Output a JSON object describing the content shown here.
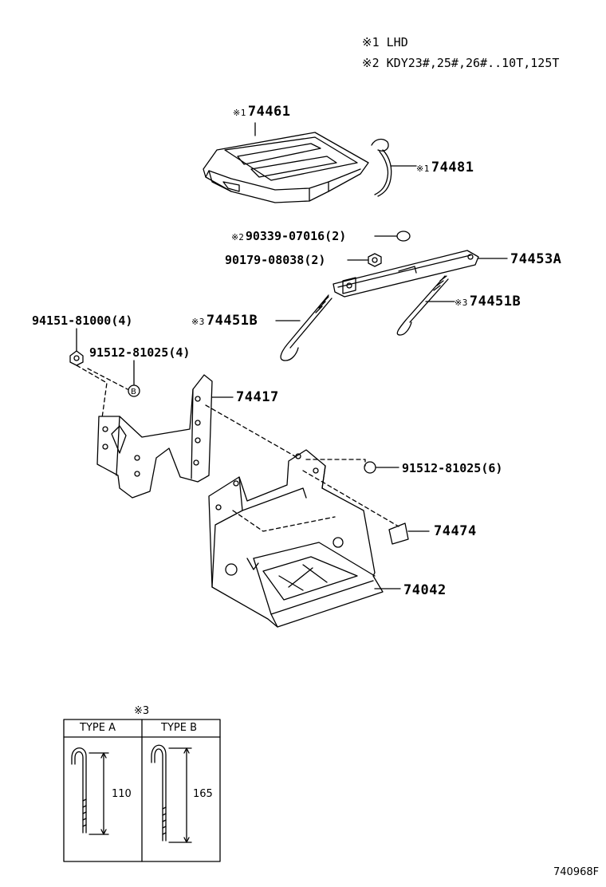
{
  "notes": [
    {
      "mark": "※1",
      "text": "LHD"
    },
    {
      "mark": "※2",
      "text": "KDY23#,25#,26#..10T,125T"
    }
  ],
  "parts": {
    "p74461": {
      "mark": "※1",
      "num": "74461"
    },
    "p74481": {
      "mark": "※1",
      "num": "74481"
    },
    "p90339": {
      "mark": "※2",
      "num": "90339-07016(2)"
    },
    "p90179": {
      "mark": "",
      "num": "90179-08038(2)"
    },
    "p74453A": {
      "mark": "",
      "num": "74453A"
    },
    "p74451B_right": {
      "mark": "※3",
      "num": "74451B"
    },
    "p74451B_left": {
      "mark": "※3",
      "num": "74451B"
    },
    "p94151": {
      "mark": "",
      "num": "94151-81000(4)"
    },
    "p91512_4": {
      "mark": "",
      "num": "91512-81025(4)"
    },
    "p74417": {
      "mark": "",
      "num": "74417"
    },
    "p91512_6": {
      "mark": "",
      "num": "91512-81025(6)"
    },
    "p74474": {
      "mark": "",
      "num": "74474"
    },
    "p74042": {
      "mark": "",
      "num": "74042"
    }
  },
  "type_table": {
    "mark": "※3",
    "col_a": "TYPE A",
    "col_b": "TYPE B",
    "dim_a": "110",
    "dim_b": "165"
  },
  "bolt_symbol": "B",
  "figure_id": "740968F"
}
